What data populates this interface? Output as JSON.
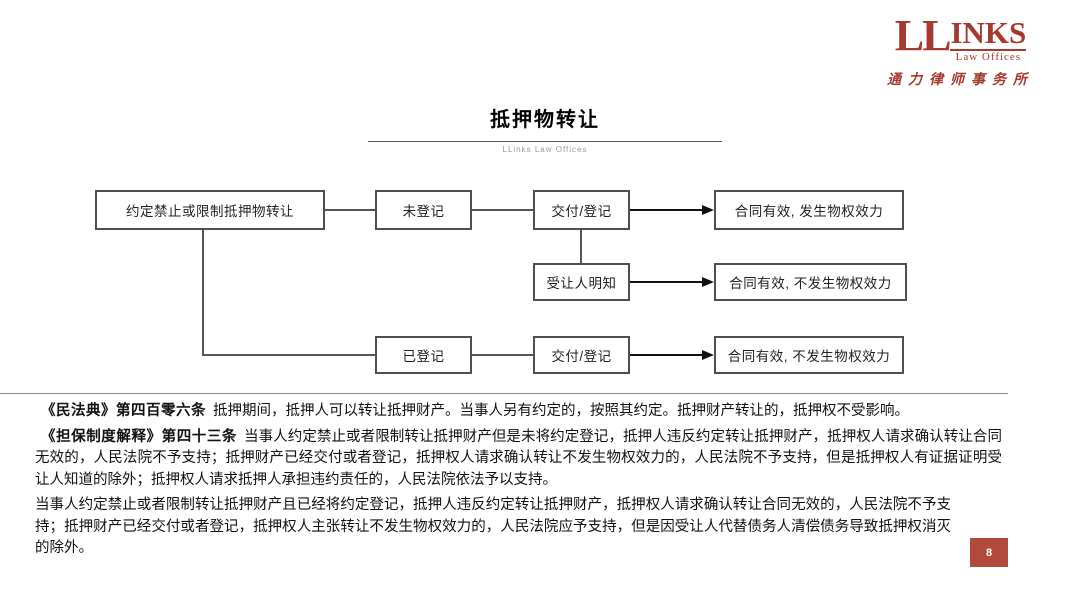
{
  "logo": {
    "ll": "LL",
    "inks": "INKS",
    "subtitle": "Law Offices",
    "chinese": "通力律师事务所",
    "brand_red": "#a53a30"
  },
  "header": {
    "title": "抵押物转让",
    "watermark": "LLinks Law Offices"
  },
  "flowchart": {
    "boxes": [
      {
        "id": "restriction-agreement",
        "label": "约定禁止或限制抵押物转让"
      },
      {
        "id": "unregistered",
        "label": "未登记"
      },
      {
        "id": "delivery-registration-1",
        "label": "交付/登记"
      },
      {
        "id": "result-valid-effective",
        "label": "合同有效, 发生物权效力"
      },
      {
        "id": "transferee-aware",
        "label": "受让人明知"
      },
      {
        "id": "result-valid-not-effective-1",
        "label": "合同有效, 不发生物权效力"
      },
      {
        "id": "registered",
        "label": "已登记"
      },
      {
        "id": "delivery-registration-2",
        "label": "交付/登记"
      },
      {
        "id": "result-valid-not-effective-2",
        "label": "合同有效, 不发生物权效力"
      }
    ]
  },
  "legal_text": {
    "para1": {
      "title": "《民法典》第四百零六条",
      "body": "抵押期间，抵押人可以转让抵押财产。当事人另有约定的，按照其约定。抵押财产转让的，抵押权不受影响。"
    },
    "para2": {
      "title": "《担保制度解释》第四十三条",
      "body": "当事人约定禁止或者限制转让抵押财产但是未将约定登记，抵押人违反约定转让抵押财产，抵押权人请求确认转让合同无效的，人民法院不予支持；抵押财产已经交付或者登记，抵押权人请求确认转让不发生物权效力的，人民法院不予支持，但是抵押权人有证据证明受让人知道的除外；抵押权人请求抵押人承担违约责任的，人民法院依法予以支持。"
    },
    "para3": {
      "body": "当事人约定禁止或者限制转让抵押财产且已经将约定登记，抵押人违反约定转让抵押财产，抵押权人请求确认转让合同无效的，人民法院不予支持；抵押财产已经交付或者登记，抵押权人主张转让不发生物权效力的，人民法院应予支持，但是因受让人代替债务人清偿债务导致抵押权消灭的除外。"
    }
  },
  "page_number": "8",
  "colors": {
    "badge_red": "#b24a3c",
    "box_border": "#4f4f4f"
  }
}
